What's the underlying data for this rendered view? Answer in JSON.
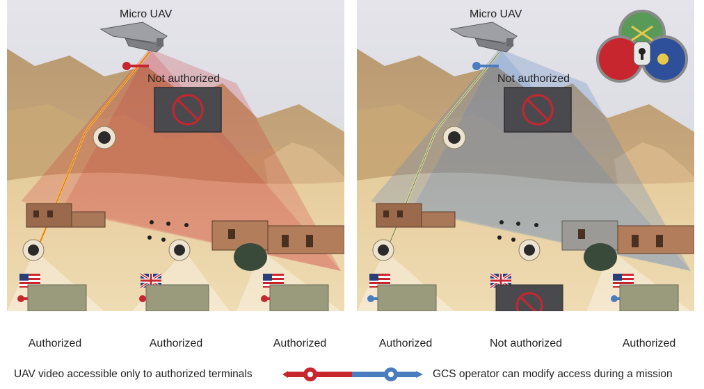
{
  "left_panel": {
    "uav_label": "Micro UAV",
    "not_authorized_label": "Not authorized",
    "terminals": [
      {
        "flag": "us-flag-icon",
        "status": "Authorized",
        "key_color": "#c8262e"
      },
      {
        "flag": "uk-flag-icon",
        "status": "Authorized",
        "key_color": "#c8262e"
      },
      {
        "flag": "us-flag-icon",
        "status": "Authorized",
        "key_color": "#c8262e"
      }
    ],
    "beam_color": "#c8262e"
  },
  "right_panel": {
    "uav_label": "Micro UAV",
    "not_authorized_label": "Not authorized",
    "terminals": [
      {
        "flag": "us-flag-icon",
        "status": "Authorized",
        "key_color": "#4a7cc0"
      },
      {
        "flag": "uk-flag-icon",
        "status": "Not authorized",
        "key_color": "#4a7cc0"
      },
      {
        "flag": "us-flag-icon",
        "status": "Authorized",
        "key_color": "#4a7cc0"
      }
    ],
    "beam_color": "#4a7cc0"
  },
  "captions": {
    "left": "UAV video accessible only to authorized terminals",
    "right": "GCS operator can modify access during a mission"
  },
  "colors": {
    "red_key": "#c8262e",
    "blue_key": "#4a7cc0",
    "sky": "#dddde2",
    "sand": "#e8d2a8"
  }
}
